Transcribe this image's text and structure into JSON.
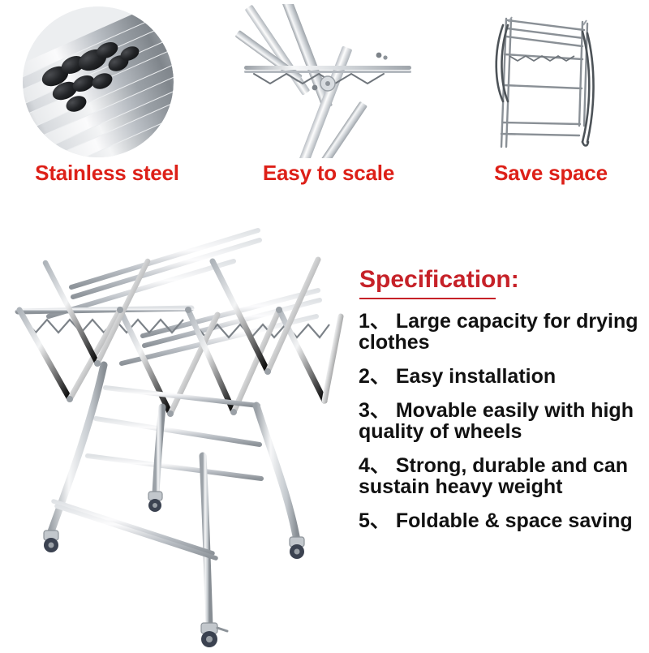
{
  "colors": {
    "background": "#ffffff",
    "caption_red": "#dd2018",
    "heading_red": "#c62128",
    "rule_red": "#c62128",
    "body_text": "#111111",
    "steel_light": "#f2f3f4",
    "steel_mid": "#c9ccd1",
    "steel_dark": "#8d9298",
    "cap_black": "#1b1b1d",
    "wheel_dark": "#3b4250"
  },
  "features": [
    {
      "caption": "Stainless steel",
      "image_name": "stainless-steel-tubes-photo",
      "image_alt": "Circular photo of polished stainless steel tubes with black end caps"
    },
    {
      "caption": "Easy to scale",
      "image_name": "scissor-frame-mechanism-photo",
      "image_alt": "Close-up of the folding scissor X-frame mechanism"
    },
    {
      "caption": "Save space",
      "image_name": "folded-rack-photo",
      "image_alt": "Drying rack folded flat to save space"
    }
  ],
  "main_product": {
    "image_name": "clothes-drying-rack-photo",
    "image_alt": "Stainless steel foldable accordion clothes drying rack with caster wheels"
  },
  "spec": {
    "title": "Specification:",
    "items": [
      "1、 Large capacity for drying\nclothes",
      "2、 Easy installation",
      "3、 Movable easily with high\n quality of wheels",
      "4、 Strong, durable and can\nsustain heavy weight",
      "5、 Foldable & space saving"
    ]
  }
}
